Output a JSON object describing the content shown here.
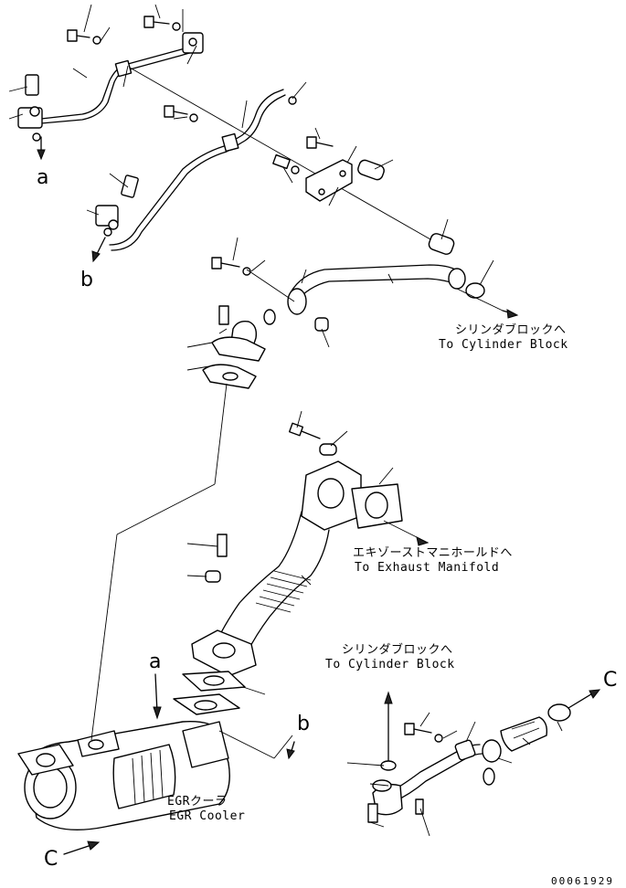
{
  "labels": {
    "cyl_block_top_jp": "シリンダブロックへ",
    "cyl_block_top_en": "To Cylinder Block",
    "exhaust_jp": "エキゾーストマニホールドへ",
    "exhaust_en": "To Exhaust Manifold",
    "cyl_block_bottom_jp": "シリンダブロックへ",
    "cyl_block_bottom_en": "To Cylinder Block",
    "egr_jp": "EGRクーラ",
    "egr_en": "EGR Cooler"
  },
  "reference_letters": {
    "a_upper": "a",
    "b_upper": "b",
    "a_lower": "a",
    "b_lower": "b",
    "c_right": "C",
    "c_left": "C"
  },
  "document_number": "00061929"
}
